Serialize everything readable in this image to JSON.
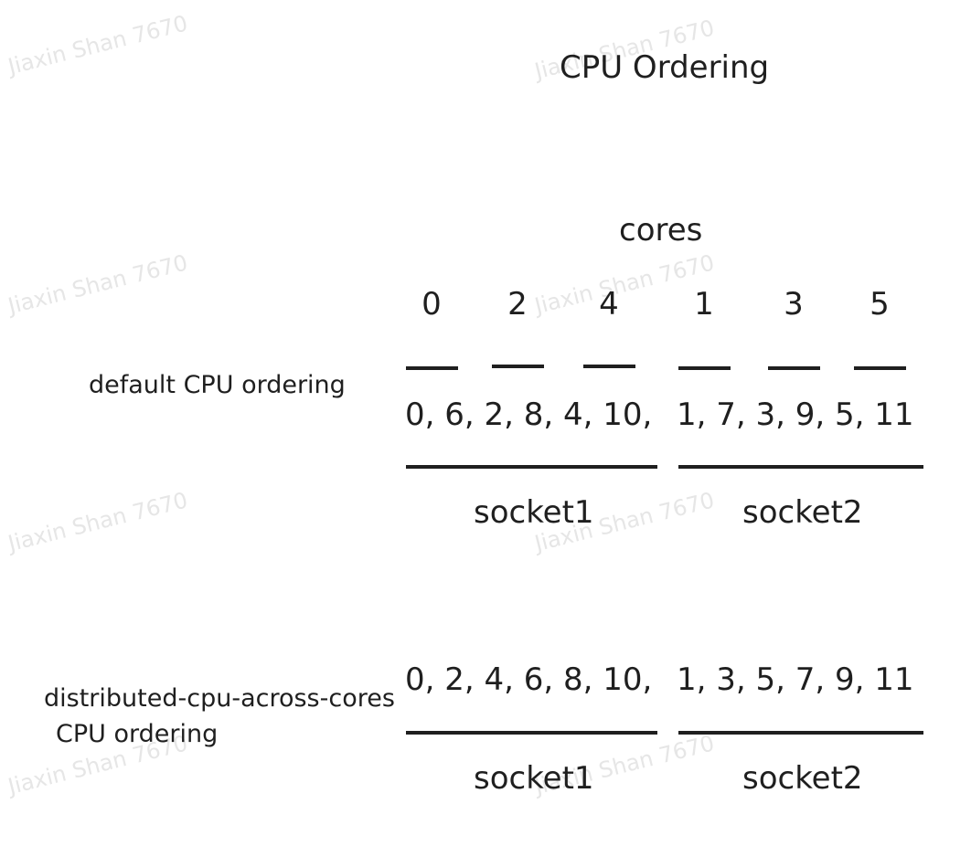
{
  "title": "CPU Ordering",
  "cores_label": "cores",
  "cores": [
    "0",
    "2",
    "4",
    "1",
    "3",
    "5"
  ],
  "default": {
    "label": "default  CPU ordering",
    "seq1": "0, 6, 2, 8, 4, 10,",
    "seq2": "1, 7, 3, 9, 5, 11",
    "socket1": "socket1",
    "socket2": "socket2"
  },
  "distributed": {
    "label_line1": "distributed-cpu-across-cores",
    "label_line2": "CPU ordering",
    "seq1": "0, 2, 4, 6, 8, 10,",
    "seq2": "1, 3, 5, 7, 9, 11",
    "socket1": "socket1",
    "socket2": "socket2"
  },
  "watermark": "Jiaxin Shan 7670"
}
